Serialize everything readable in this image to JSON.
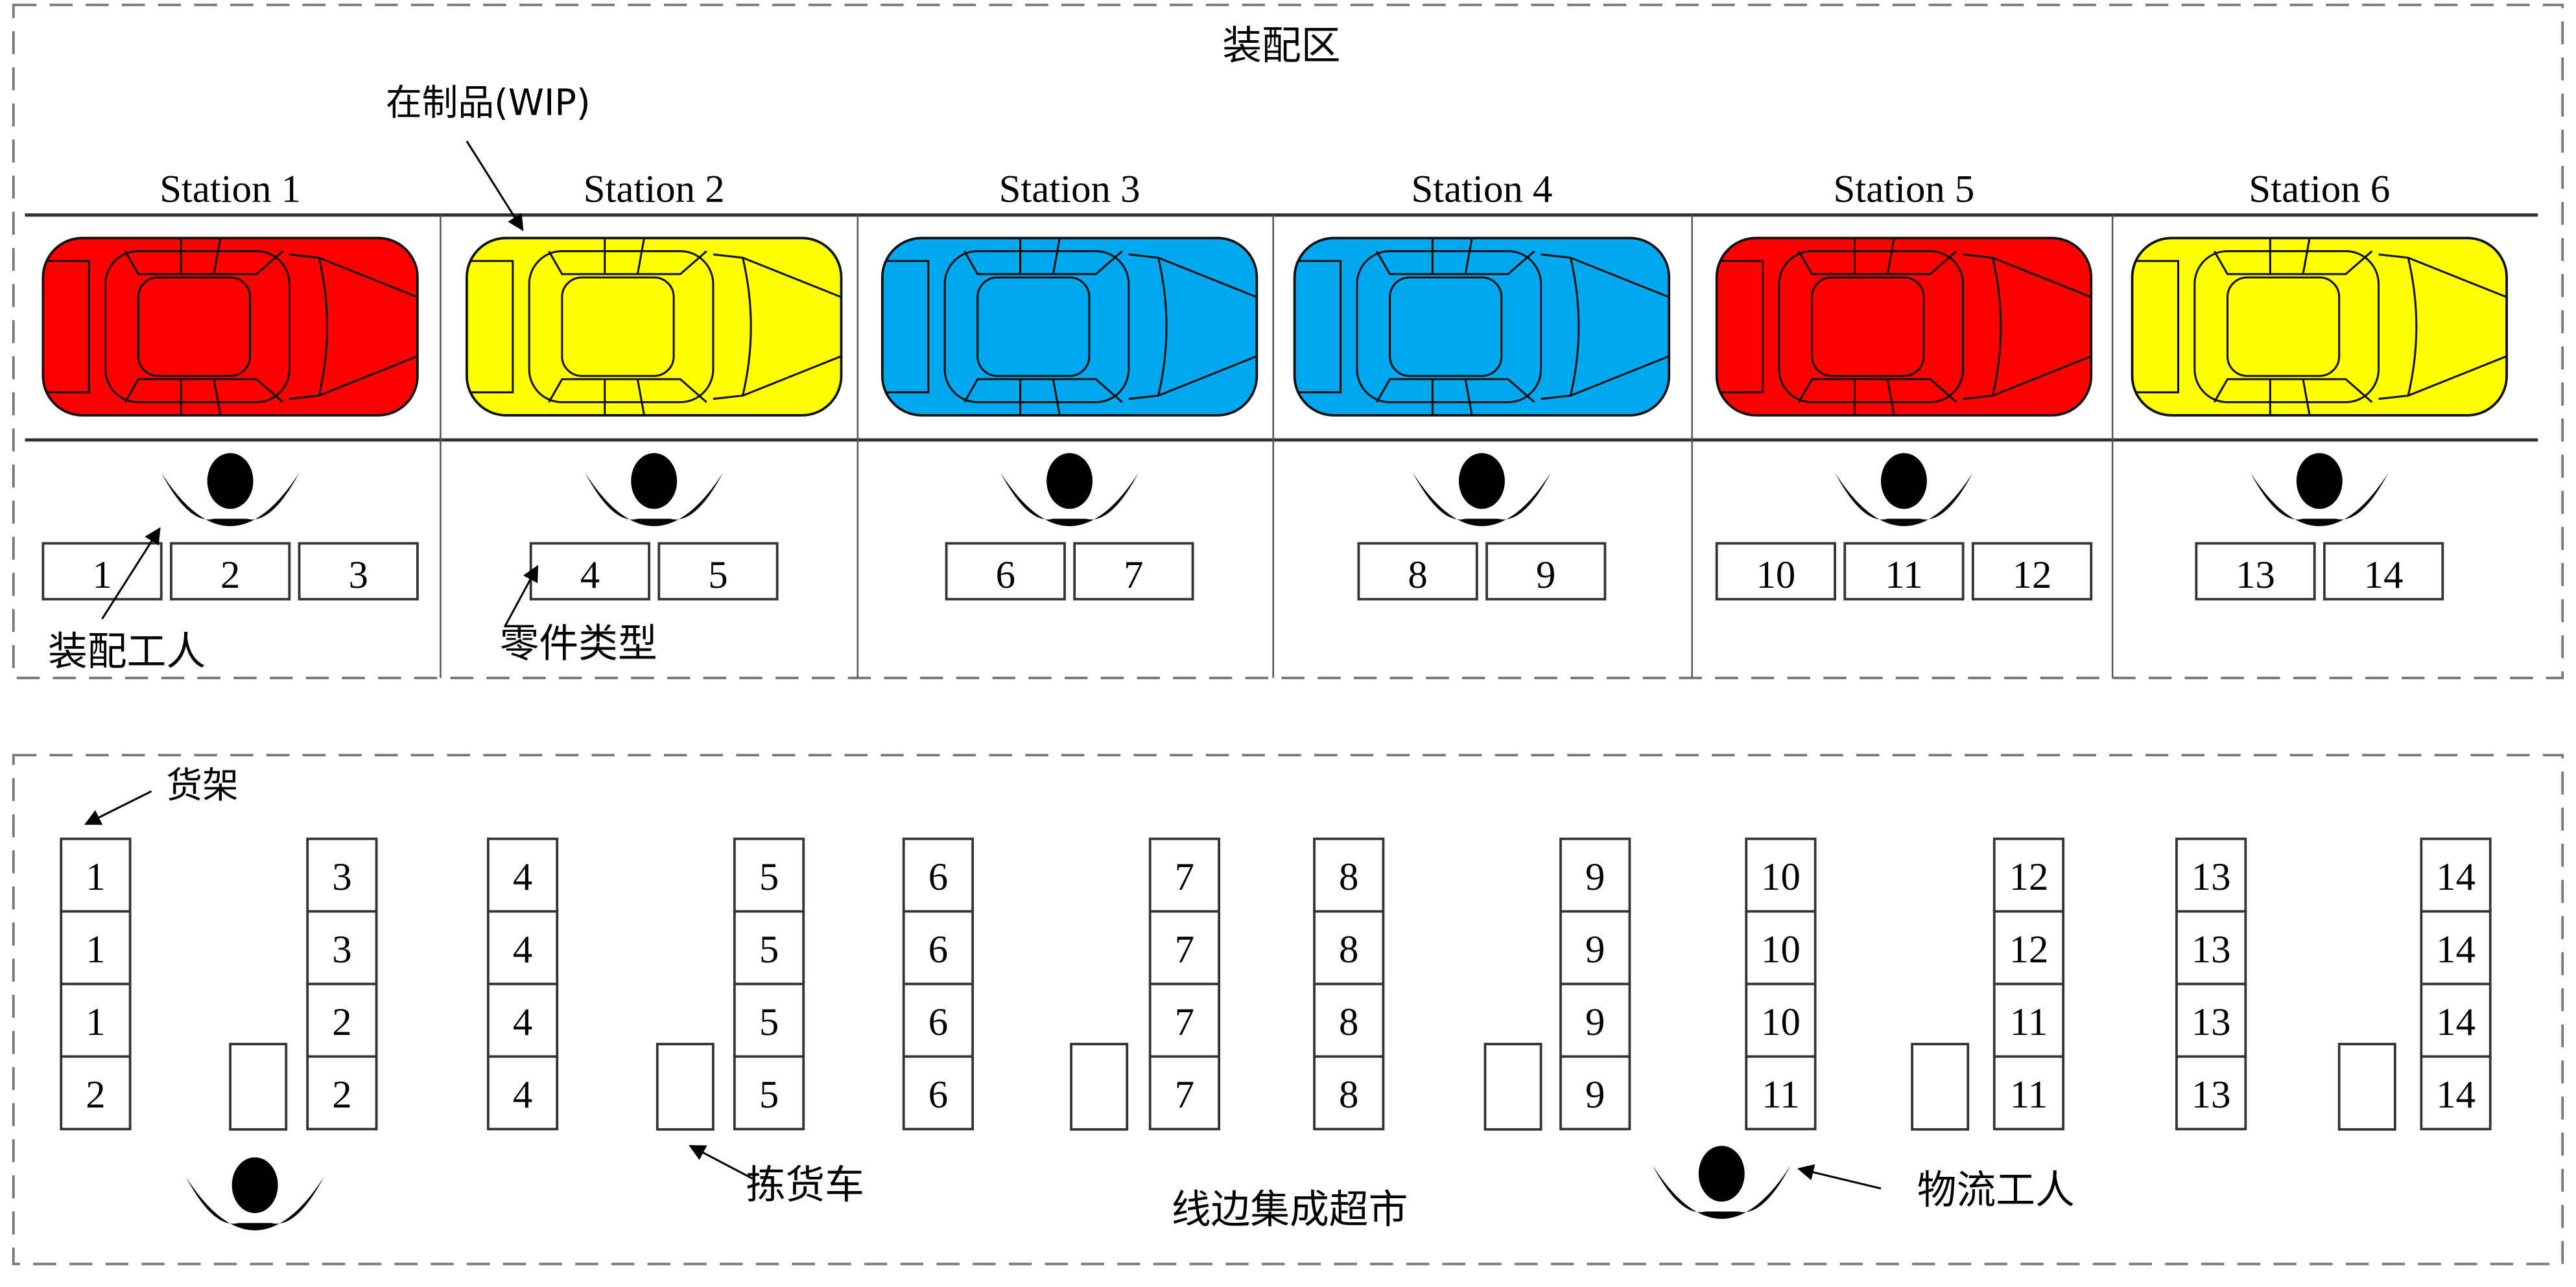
{
  "assembly_area": {
    "title": "装配区",
    "wip_label": "在制品(WIP)",
    "worker_label": "装配工人",
    "part_type_label": "零件类型",
    "stations": [
      {
        "label": "Station 1",
        "car_color": "#ff0000",
        "parts": [
          "1",
          "2",
          "3"
        ]
      },
      {
        "label": "Station 2",
        "car_color": "#ffff00",
        "parts": [
          "4",
          "5"
        ]
      },
      {
        "label": "Station 3",
        "car_color": "#00a8f0",
        "parts": [
          "6",
          "7"
        ]
      },
      {
        "label": "Station 4",
        "car_color": "#00a8f0",
        "parts": [
          "8",
          "9"
        ]
      },
      {
        "label": "Station 5",
        "car_color": "#ff0000",
        "parts": [
          "10",
          "11",
          "12"
        ]
      },
      {
        "label": "Station 6",
        "car_color": "#ffff00",
        "parts": [
          "13",
          "14"
        ]
      }
    ]
  },
  "supermarket": {
    "title": "线边集成超市",
    "shelf_label": "货架",
    "cart_label": "拣货车",
    "logistics_worker_label": "物流工人",
    "racks": [
      [
        "1",
        "1",
        "1",
        "2"
      ],
      [
        "3",
        "3",
        "2",
        "2"
      ],
      [
        "4",
        "4",
        "4",
        "4"
      ],
      [
        "5",
        "5",
        "5",
        "5"
      ],
      [
        "6",
        "6",
        "6",
        "6"
      ],
      [
        "7",
        "7",
        "7",
        "7"
      ],
      [
        "8",
        "8",
        "8",
        "8"
      ],
      [
        "9",
        "9",
        "9",
        "9"
      ],
      [
        "10",
        "10",
        "10",
        "11"
      ],
      [
        "12",
        "12",
        "11",
        "11"
      ],
      [
        "13",
        "13",
        "13",
        "13"
      ],
      [
        "14",
        "14",
        "14",
        "14"
      ]
    ]
  }
}
